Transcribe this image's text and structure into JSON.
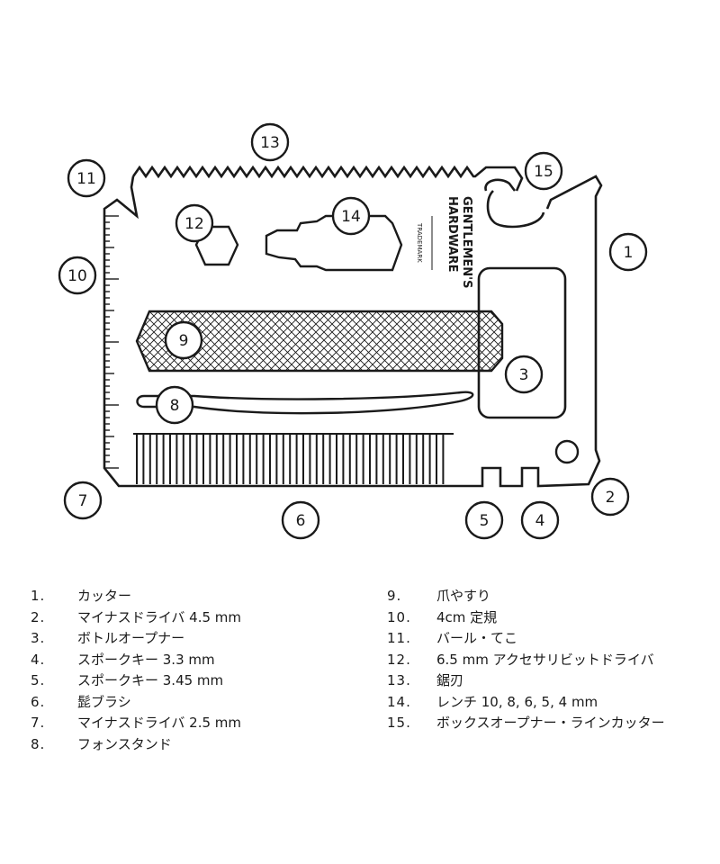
{
  "brand": {
    "line1": "GENTLEMEN'S",
    "line2": "HARDWARE",
    "trademark": "TRADEMARK"
  },
  "callouts": [
    "1",
    "2",
    "3",
    "4",
    "5",
    "6",
    "7",
    "8",
    "9",
    "10",
    "11",
    "12",
    "13",
    "14",
    "15"
  ],
  "legend": [
    {
      "num": "1.",
      "text": "カッター"
    },
    {
      "num": "2.",
      "text": "マイナスドライバ 4.5 mm"
    },
    {
      "num": "3.",
      "text": "ボトルオープナー"
    },
    {
      "num": "4.",
      "text": "スポークキー 3.3 mm"
    },
    {
      "num": "5.",
      "text": "スポークキー 3.45 mm"
    },
    {
      "num": "6.",
      "text": "髭ブラシ"
    },
    {
      "num": "7.",
      "text": "マイナスドライバ 2.5 mm"
    },
    {
      "num": "8.",
      "text": "フォンスタンド"
    },
    {
      "num": "9.",
      "text": "爪やすり"
    },
    {
      "num": "10.",
      "text": "4cm 定規"
    },
    {
      "num": "11.",
      "text": "バール・てこ"
    },
    {
      "num": "12.",
      "text": "6.5 mm アクセサリビットドライバ"
    },
    {
      "num": "13.",
      "text": "鋸刃"
    },
    {
      "num": "14.",
      "text": "レンチ 10, 8, 6, 5, 4 mm"
    },
    {
      "num": "15.",
      "text": "ボックスオープナー・ラインカッター"
    }
  ],
  "colors": {
    "ink": "#1a1a1a",
    "background": "#ffffff"
  }
}
